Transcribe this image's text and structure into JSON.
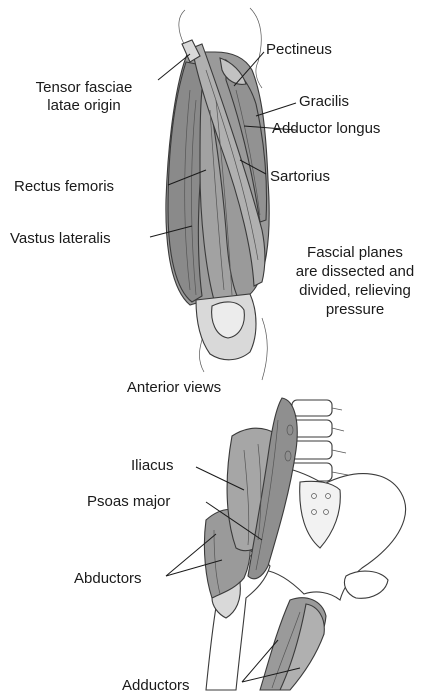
{
  "colors": {
    "muscle": "#9a9a9a",
    "muscle_dark": "#7f7f7f",
    "muscle_light": "#b4b4b4",
    "tendon": "#d9d9d9",
    "bone": "#ffffff",
    "outline": "#3a3a3a",
    "text": "#1a1a1a",
    "background": "#ffffff"
  },
  "labels": {
    "pectineus": "Pectineus",
    "tensor_line1": "Tensor fasciae",
    "tensor_line2": "latae origin",
    "gracilis": "Gracilis",
    "adductor_longus": "Adductor longus",
    "rectus_femoris": "Rectus femoris",
    "sartorius": "Sartorius",
    "vastus_lateralis": "Vastus lateralis",
    "fascial_line1": "Fascial planes",
    "fascial_line2": "are dissected and",
    "fascial_line3": "divided, relieving",
    "fascial_line4": "pressure",
    "anterior_views": "Anterior views",
    "iliacus": "Iliacus",
    "psoas_major": "Psoas major",
    "abductors": "Abductors",
    "adductors": "Adductors"
  }
}
